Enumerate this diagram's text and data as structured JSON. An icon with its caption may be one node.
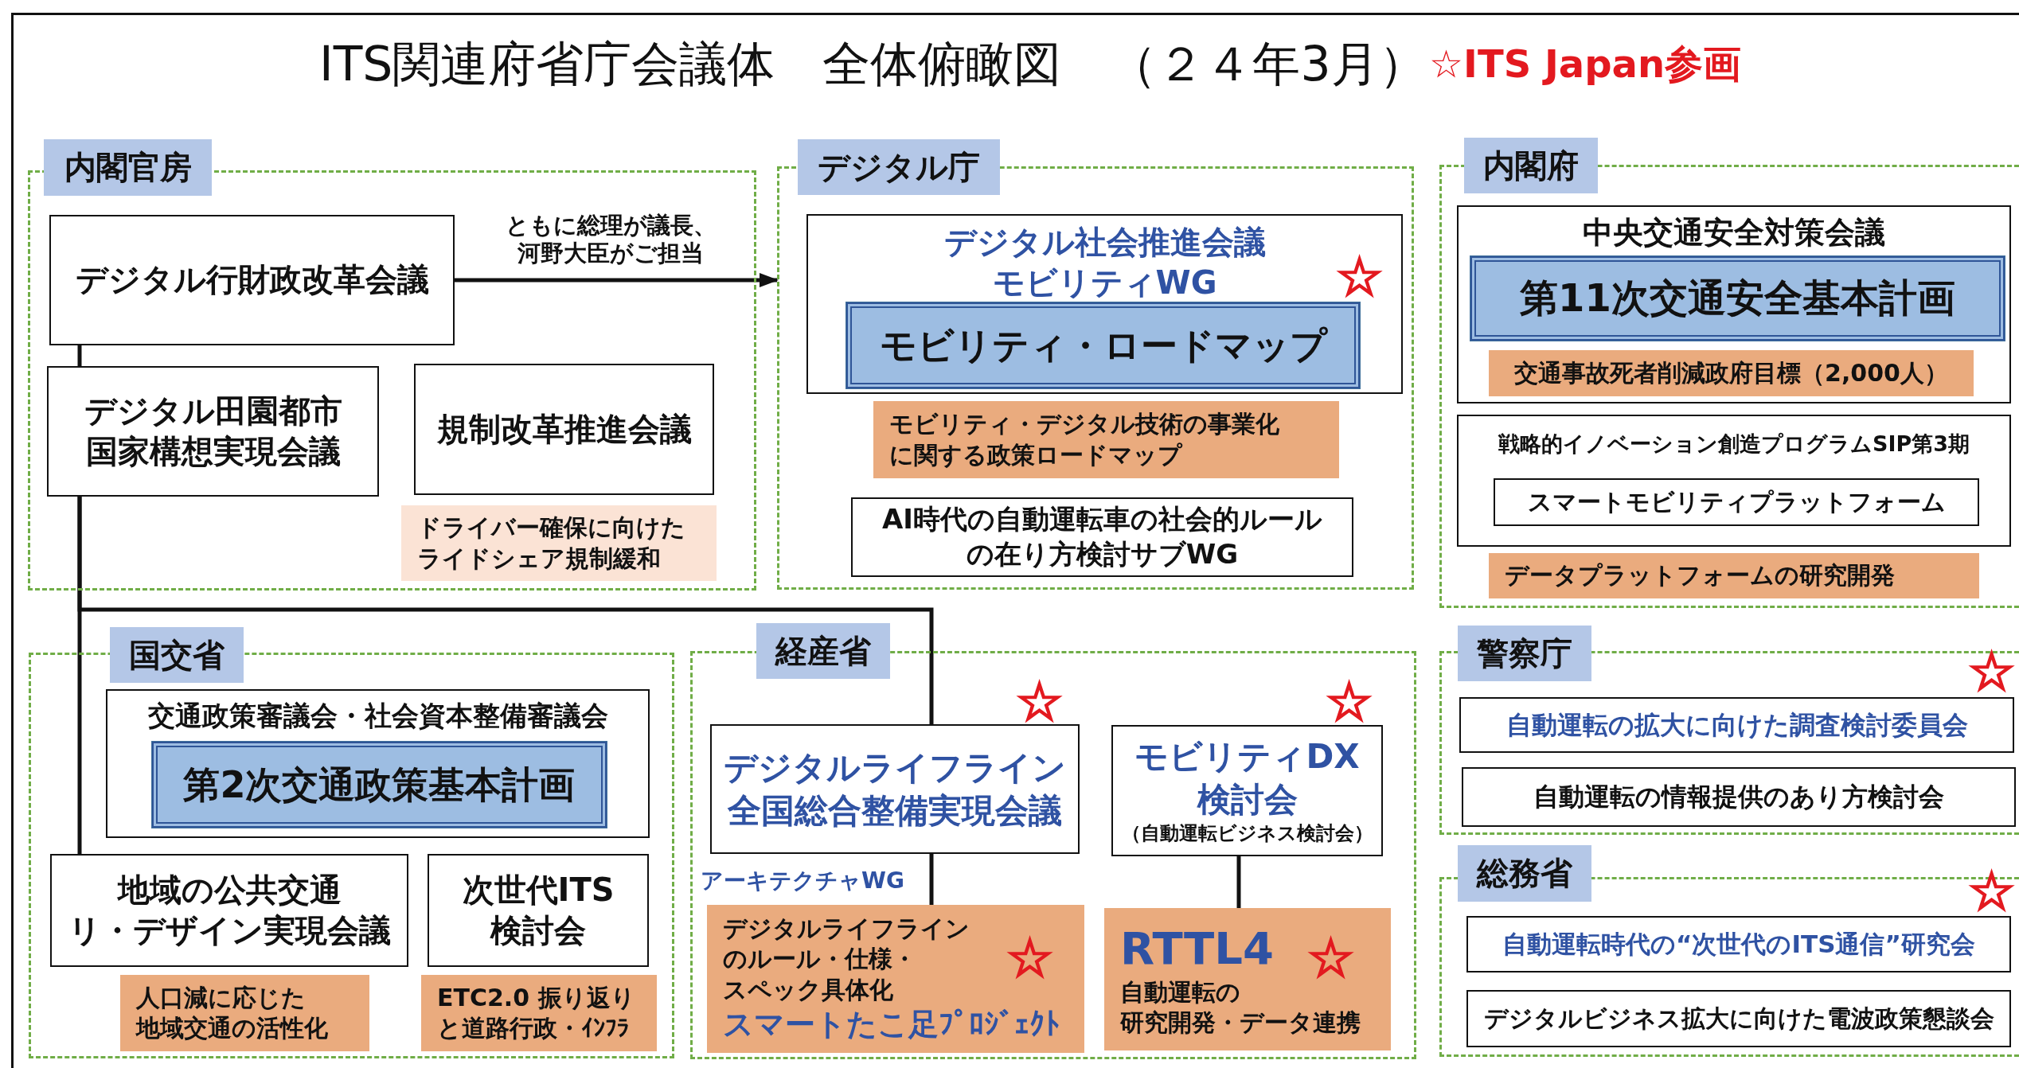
{
  "diagram": {
    "title": "ITS関連府省庁会議体　全体俯瞰図　（２４年3月）",
    "nodes": [
      {
        "text": [
          "内閣官房"
        ]
      },
      {
        "text": [
          "デジタル行財政改革会議"
        ],
        "in": 0
      },
      {
        "text": [
          "デジタル田園都市国家構想実現会議"
        ],
        "in": 0
      },
      {
        "text": [
          "規制改革推進会議"
        ],
        "in": 0
      },
      {
        "text": [
          "ドライバー確保に向けたライドシェア規制緩和"
        ],
        "in": 0
      },
      {
        "text": [
          "デジタル庁"
        ]
      },
      {
        "text": [
          "デジタル社会推進会議モビリティWG"
        ],
        "in": 5,
        "beside": [
          "☆"
        ]
      },
      {
        "text": [
          "モビリティ・ロードマップ"
        ],
        "in": 6
      },
      {
        "text": [
          "モビリティ・デジタル技術の事業化に関する政策ロードマップ"
        ],
        "in": 5
      },
      {
        "text": [
          "AI時代の自動運転車の社会的ルールの在り方検討サブWG"
        ],
        "in": 5
      },
      {
        "text": [
          "内閣府"
        ]
      },
      {
        "text": [
          "中央交通安全対策会議"
        ],
        "in": 10
      },
      {
        "text": [
          "第11次交通安全基本計画"
        ],
        "in": 11
      },
      {
        "text": [
          "交通事故死者削減政府目標（2,000人）"
        ],
        "in": 11
      },
      {
        "text": [
          "戦略的イノベーション創造プログラムSIP第3期"
        ],
        "in": 10
      },
      {
        "text": [
          "スマートモビリティプラットフォーム"
        ],
        "in": 14
      },
      {
        "text": [
          "データプラットフォームの研究開発"
        ],
        "in": 10
      },
      {
        "text": [
          "国交省"
        ]
      },
      {
        "text": [
          "交通政策審議会・社会資本整備審議会"
        ],
        "in": 17
      },
      {
        "text": [
          "第2次交通政策基本計画"
        ],
        "in": 18
      },
      {
        "text": [
          "地域の公共交通リ・デザイン実現会議"
        ],
        "in": 17
      },
      {
        "text": [
          "次世代ITS検討会"
        ],
        "in": 17
      },
      {
        "text": [
          "人口減に応じた地域交通の活性化"
        ],
        "in": 17
      },
      {
        "text": [
          "ETC2.0 振り返りと道路行政・ｲﾝﾌﾗ"
        ],
        "in": 17
      },
      {
        "text": [
          "経産省"
        ]
      },
      {
        "text": [
          "デジタルライフライン全国総合整備実現会議"
        ],
        "in": 24,
        "beside": [
          "☆"
        ]
      },
      {
        "text": [
          "デジタルライフラインのルール・仕様・スペック具体化",
          "☆",
          "スマートたこ足ﾌﾟﾛｼﾞｪｸﾄ"
        ],
        "in": 24
      },
      {
        "text": [
          "モビリティDX検討会",
          "（自動運転ビジネス検討会）"
        ],
        "in": 24,
        "beside": [
          "☆"
        ]
      },
      {
        "text": [
          "RTTL4",
          "☆",
          "自動運転の研究開発・データ連携"
        ],
        "in": 24
      },
      {
        "text": [
          "警察庁"
        ]
      },
      {
        "text": [
          "自動運転の拡大に向けた調査検討委員会"
        ],
        "in": 29,
        "beside": [
          "☆"
        ]
      },
      {
        "text": [
          "自動運転の情報提供のあり方検討会"
        ],
        "in": 29
      },
      {
        "text": [
          "総務省"
        ]
      },
      {
        "text": [
          "自動運転時代の“次世代のITS通信”研究会"
        ],
        "in": 32,
        "beside": [
          "☆"
        ]
      },
      {
        "text": [
          "デジタルビジネス拡大に向けた電波政策懇談会"
        ],
        "in": 32
      }
    ],
    "edges": [
      {
        "from": 1,
        "to": 5,
        "arrow": "to",
        "label": "ともに総理が議長、河野大臣がご担当"
      },
      {
        "from": 1,
        "to": 2,
        "arrow": "none"
      },
      {
        "from": 2,
        "to": 20,
        "arrow": "none"
      },
      {
        "from": 2,
        "to": 25,
        "arrow": "none"
      },
      {
        "from": 25,
        "to": 26,
        "arrow": "none",
        "label": "アーキテクチャWG"
      },
      {
        "from": 27,
        "to": 28,
        "arrow": "none"
      }
    ],
    "labels": [
      "☆ITS Japan参画"
    ]
  }
}
